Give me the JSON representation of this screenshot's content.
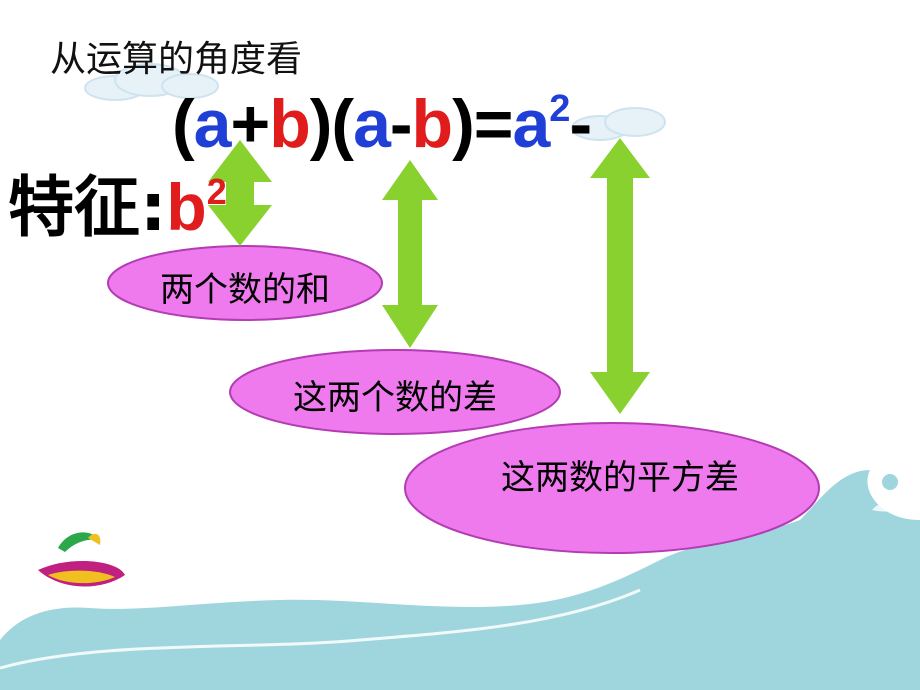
{
  "slide": {
    "heading": "从运算的角度看",
    "formula": {
      "open1": "(",
      "a1": "a",
      "plus": "+",
      "b1": "b",
      "close1": ")",
      "open2": "(",
      "a2": "a",
      "minus": "-",
      "b2": "b",
      "close2": ")",
      "equals": "=",
      "a3": "a",
      "exp1": "2",
      "minus2": "-"
    },
    "feature": {
      "label": "特征",
      "colon": ":",
      "b": "b",
      "exp": "2"
    },
    "bubbles": [
      {
        "text": "两个数的和"
      },
      {
        "text": "这两个数的差"
      },
      {
        "text": "这两数的平方差"
      }
    ],
    "colors": {
      "arrow": "#88d12f",
      "bubble_fill": "#ee7aee",
      "bubble_stroke": "#b33cb3",
      "wave": "#9fd6de",
      "variable_a": "#1f3fd6",
      "variable_b": "#e11c1c"
    }
  }
}
